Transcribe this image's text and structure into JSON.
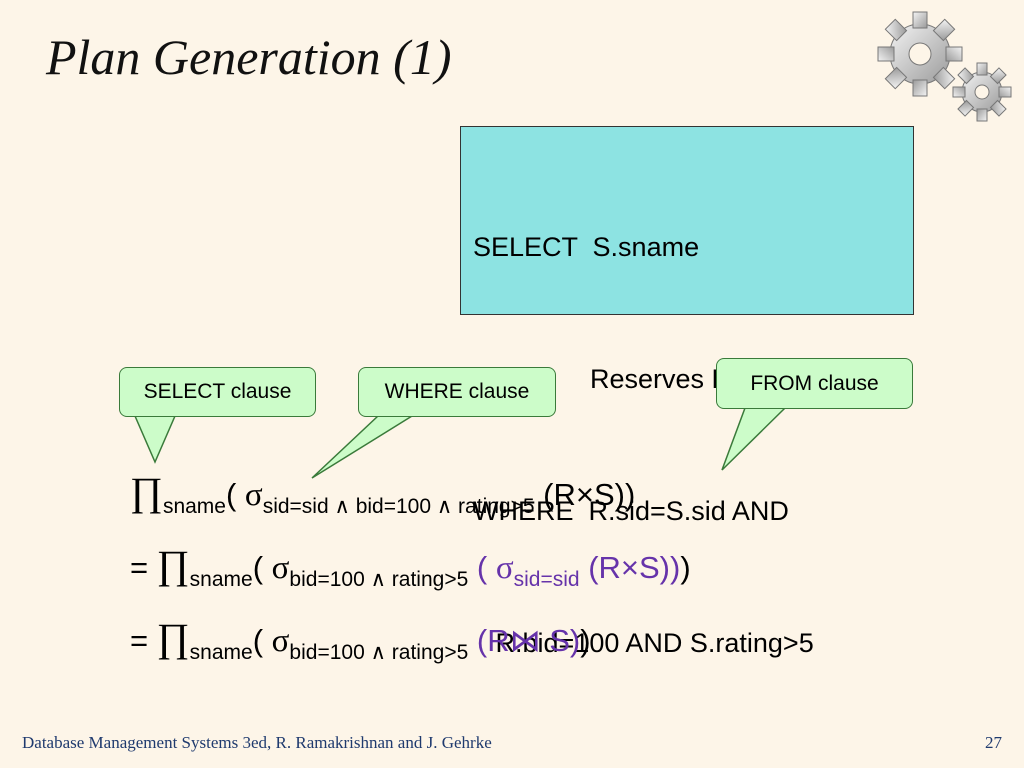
{
  "slide": {
    "title": "Plan Generation (1)",
    "footer": "Database Management Systems 3ed,  R. Ramakrishnan and J. Gehrke",
    "page_number": "27"
  },
  "sql": {
    "line1": "SELECT  S.sname",
    "line2": "FROM     Reserves R, Sailors S",
    "line3": "WHERE  R.sid=S.sid AND",
    "line4": "   R.bid=100 AND S.rating>5"
  },
  "callouts": {
    "select": "SELECT clause",
    "where": "WHERE clause",
    "from": "FROM clause"
  },
  "expressions": {
    "line1": {
      "pi": "∏",
      "pi_sub": "sname",
      "open": "( ",
      "sigma": "σ",
      "sigma_sub": "sid=sid ∧ bid=100 ∧ rating>5",
      "rest": "  (R×S))"
    },
    "line2": {
      "eq": "=  ",
      "pi": "∏",
      "pi_sub": "sname",
      "open": "( ",
      "sigma": "σ",
      "sigma_sub": "bid=100 ∧ rating>5",
      "inner_open": " ( ",
      "inner_sigma": "σ",
      "inner_sigma_sub": "sid=sid",
      "inner_rest": " (R×S))",
      "close": ")"
    },
    "line3": {
      "eq": "=  ",
      "pi": "∏",
      "pi_sub": "sname",
      "open": "( ",
      "sigma": "σ",
      "sigma_sub": "bid=100 ∧ rating>5",
      "inner": " (R⋈ S)",
      "close": ")"
    }
  },
  "colors": {
    "background": "#fdf5e8",
    "sql_box": "#8de3e2",
    "callout": "#ccfcc9",
    "highlight": "#6633aa",
    "footer": "#1f3a6e"
  },
  "icons": [
    "gears-icon"
  ]
}
